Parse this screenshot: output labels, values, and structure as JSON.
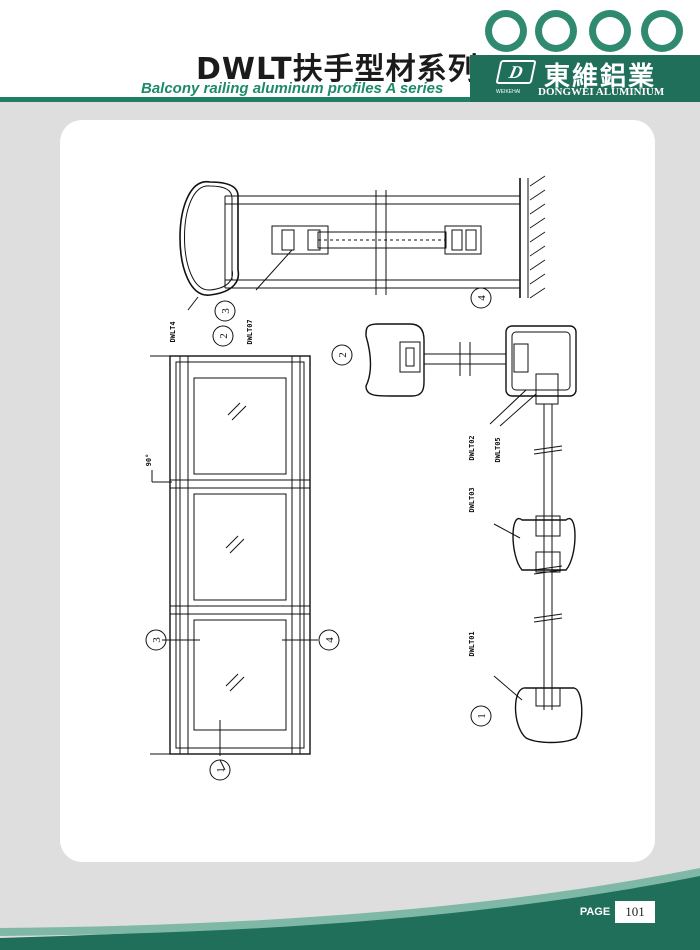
{
  "header": {
    "title_cn": "DWLT扶手型材系列",
    "title_en": "Balcony railing aluminum profiles A series"
  },
  "brand": {
    "name_cn": "東維鋁業",
    "name_en": "DONGWEI ALUMINIUM",
    "logo_letter": "D",
    "tagline": "WEIKEHAI"
  },
  "badges": {
    "count": 4,
    "icons": [
      "certification-badge-icon",
      "globe-badge-icon",
      "iso9001-badge-icon",
      "iso14001-badge-icon"
    ]
  },
  "drawing": {
    "profile_labels": {
      "dwlt4": "DWLT4",
      "dwlt07": "DWLT07",
      "dwlt02": "DWLT02",
      "dwlt05": "DWLT05",
      "dwlt03": "DWLT03",
      "dwlt01": "DWLT01"
    },
    "angle_label": "90°",
    "callouts": {
      "c1": "1",
      "c2": "2",
      "c3": "3",
      "c4": "4"
    }
  },
  "footer": {
    "page_label": "PAGE",
    "page_number": "101"
  },
  "colors": {
    "brand_green": "#1f6f5a",
    "accent_green": "#1d8a6a",
    "background": "#dddedd",
    "panel": "#ffffff"
  }
}
